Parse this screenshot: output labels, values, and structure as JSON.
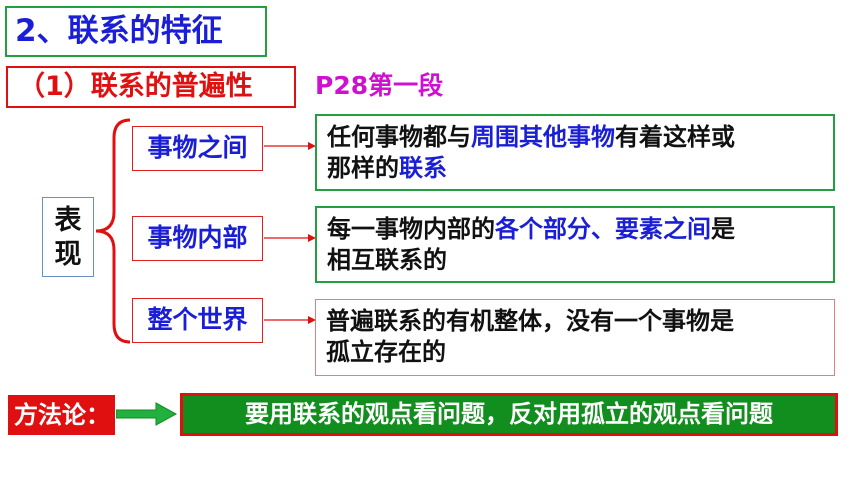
{
  "title": "2、联系的特征",
  "subtitle": "（1）联系的普遍性",
  "page_ref": "P28第一段",
  "vertical_label": [
    "表",
    "现"
  ],
  "items": [
    {
      "category": "事物之间",
      "desc": [
        {
          "text": "任何事物都与",
          "hl": false
        },
        {
          "text": "周围其他事物",
          "hl": true
        },
        {
          "text": "有着这样或",
          "hl": false
        },
        {
          "text": "那样的",
          "hl": false,
          "br": true
        },
        {
          "text": "联系",
          "hl": true
        }
      ]
    },
    {
      "category": "事物内部",
      "desc": [
        {
          "text": "每一事物内部的",
          "hl": false
        },
        {
          "text": "各个部分、要素之间",
          "hl": true
        },
        {
          "text": "是",
          "hl": false
        },
        {
          "text": "相互联系的",
          "hl": false,
          "br": true
        }
      ]
    },
    {
      "category": "整个世界",
      "desc": [
        {
          "text": "普遍联系的有机整体，没有一个事物是",
          "hl": false
        },
        {
          "text": "孤立存在的",
          "hl": false,
          "br": true
        }
      ]
    }
  ],
  "method_label": "方法论：",
  "method_text": "要用联系的观点看问题，反对用孤立的观点看问题",
  "colors": {
    "title_border": "#22a040",
    "title_text": "#1a1fd6",
    "subtitle_text": "#e01010",
    "ref_text": "#d010d0",
    "highlight": "#1a1fd6",
    "method_bg": "#118e1e",
    "method_label_bg": "#e01010"
  }
}
